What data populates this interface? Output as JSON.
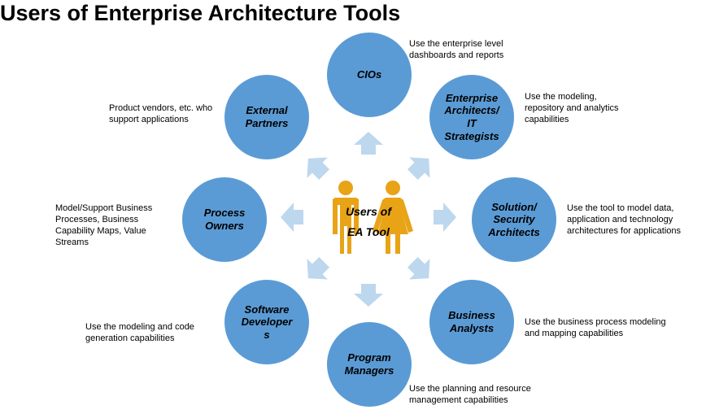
{
  "title": "Users of Enterprise Architecture Tools",
  "center": {
    "lines": [
      "Users of",
      "EA Tool"
    ]
  },
  "colors": {
    "circle": "#5b9bd5",
    "arrow": "#bdd7ee",
    "figure": "#e8a317"
  },
  "nodes": {
    "cios": {
      "label": [
        "CIOs"
      ],
      "description": [
        "Use the enterprise level",
        "dashboards and reports"
      ]
    },
    "enterprise_architects": {
      "label": [
        "Enterprise",
        "Architects/",
        "IT",
        "Strategists"
      ],
      "description": [
        "Use the modeling,",
        "repository and analytics",
        "capabilities"
      ]
    },
    "solution_architects": {
      "label": [
        "Solution/",
        "Security",
        "Architects"
      ],
      "description": [
        "Use the tool to model data,",
        "application and technology",
        "architectures for applications"
      ]
    },
    "business_analysts": {
      "label": [
        "Business",
        "Analysts"
      ],
      "description": [
        "Use the business process modeling",
        "and mapping capabilities"
      ]
    },
    "program_managers": {
      "label": [
        "Program",
        "Managers"
      ],
      "description": [
        "Use the planning and resource",
        "management capabilities"
      ]
    },
    "software_developers": {
      "label": [
        "Software",
        "Developer",
        "s"
      ],
      "description": [
        "Use the modeling and code",
        "generation capabilities"
      ]
    },
    "process_owners": {
      "label": [
        "Process",
        "Owners"
      ],
      "description": [
        "Model/Support Business",
        "Processes, Business",
        "Capability Maps, Value",
        "Streams"
      ]
    },
    "external_partners": {
      "label": [
        "External",
        "Partners"
      ],
      "description": [
        "Product vendors, etc. who",
        "support applications"
      ]
    }
  }
}
